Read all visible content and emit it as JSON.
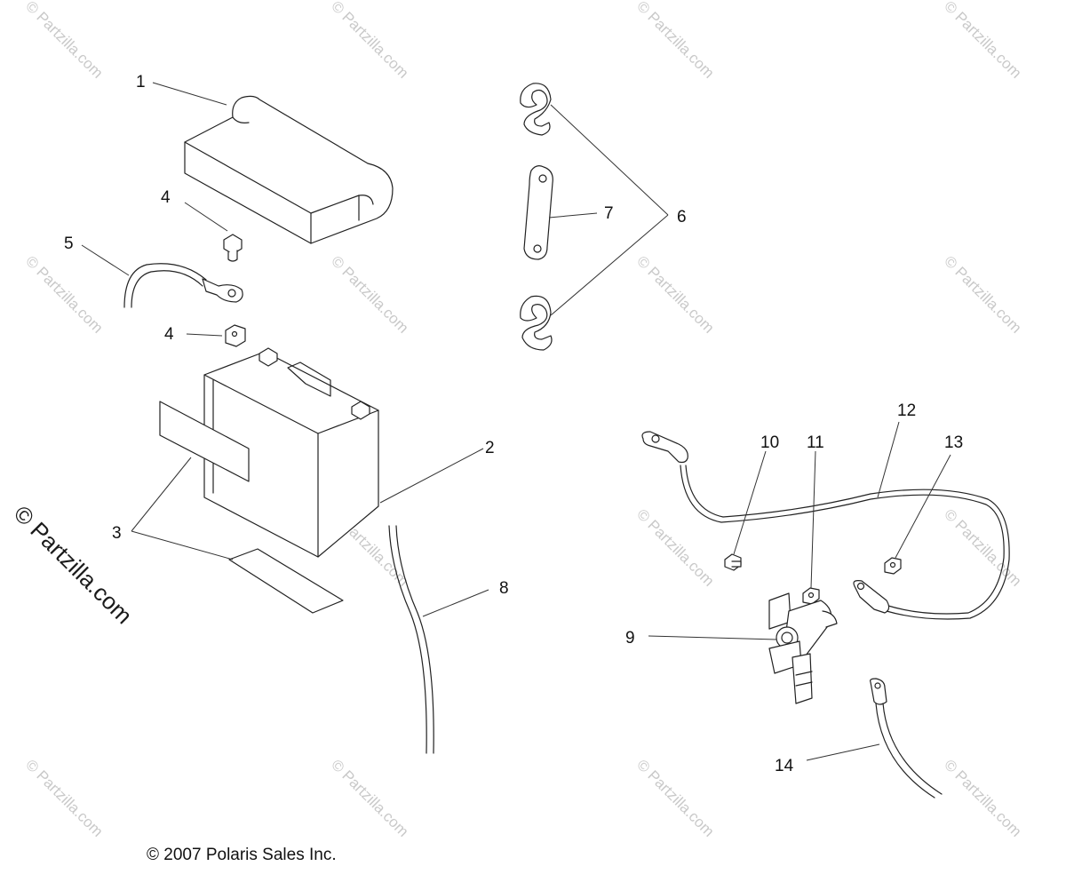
{
  "watermark": {
    "text": "© Partzilla.com",
    "color": "#c9c9c9",
    "main_color": "#1a1a1a"
  },
  "callouts": {
    "c1": "1",
    "c2": "2",
    "c3": "3",
    "c4a": "4",
    "c4b": "4",
    "c5": "5",
    "c6": "6",
    "c7": "7",
    "c8": "8",
    "c9": "9",
    "c10": "10",
    "c11": "11",
    "c12": "12",
    "c13": "13",
    "c14": "14"
  },
  "copyright": "© 2007 Polaris Sales Inc."
}
